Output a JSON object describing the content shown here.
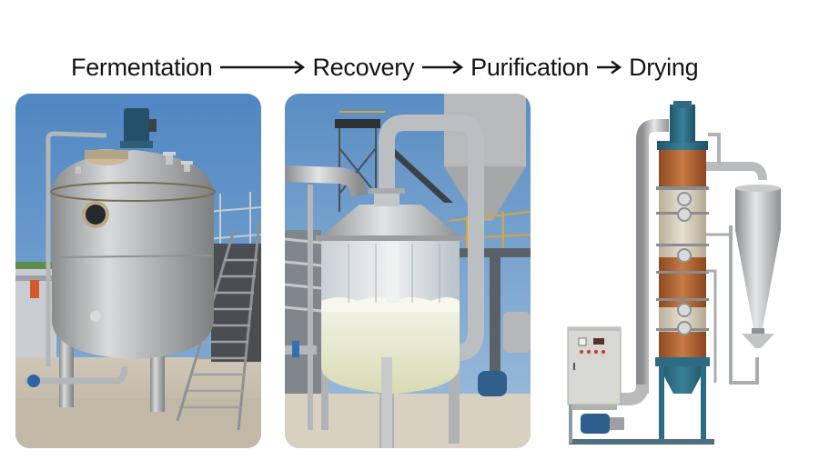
{
  "title": {
    "stages": [
      "Fermentation",
      "Recovery",
      "Purification",
      "Drying"
    ],
    "arrows": [
      "long-arrow",
      "medium-arrow",
      "short-arrow"
    ]
  },
  "panels": [
    {
      "name": "fermentation",
      "caption": "Stainless steel fermentation tank with agitator motor, sight glass, piping and access staircase"
    },
    {
      "name": "recovery",
      "caption": "Glass-walled recovery vessel with white foaming broth, stainless piping and cyclone silo in background"
    },
    {
      "name": "purification-drying",
      "caption": "Packed purification column with sight glasses, control cabinet, pump and cyclone dryer"
    }
  ],
  "colors": {
    "text": "#141414",
    "sky": "#5d8fc4",
    "steel": "#b7b9ba",
    "teal_blue": "#2f6f86",
    "rust": "#a6582e",
    "broth": "#e4e6c8",
    "safety_yellow": "#e0b040"
  }
}
